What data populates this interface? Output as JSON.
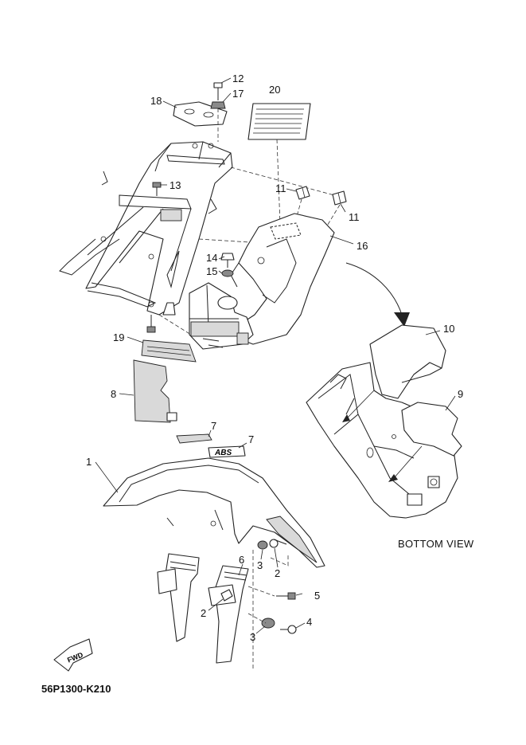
{
  "callouts": [
    {
      "id": "c12",
      "text": "12"
    },
    {
      "id": "c17",
      "text": "17"
    },
    {
      "id": "c18",
      "text": "18"
    },
    {
      "id": "c20",
      "text": "20"
    },
    {
      "id": "c13",
      "text": "13"
    },
    {
      "id": "c11a",
      "text": "11"
    },
    {
      "id": "c11b",
      "text": "11"
    },
    {
      "id": "c16",
      "text": "16"
    },
    {
      "id": "c14",
      "text": "14"
    },
    {
      "id": "c15",
      "text": "15"
    },
    {
      "id": "c19",
      "text": "19"
    },
    {
      "id": "c10",
      "text": "10"
    },
    {
      "id": "c8",
      "text": "8"
    },
    {
      "id": "c9",
      "text": "9"
    },
    {
      "id": "c7a",
      "text": "7"
    },
    {
      "id": "c7b",
      "text": "7"
    },
    {
      "id": "c1",
      "text": "1"
    },
    {
      "id": "c6",
      "text": "6"
    },
    {
      "id": "c3a",
      "text": "3"
    },
    {
      "id": "c2a",
      "text": "2"
    },
    {
      "id": "c5",
      "text": "5"
    },
    {
      "id": "c2b",
      "text": "2"
    },
    {
      "id": "c4",
      "text": "4"
    },
    {
      "id": "c3b",
      "text": "3"
    }
  ],
  "bottom_view_caption": "BOTTOM VIEW",
  "fwd_label": "FWD",
  "badge_text": "ABS",
  "diagram_code": "56P1300-K210",
  "colors": {
    "line": "#222222",
    "shade": "#d9d9d9",
    "dark": "#8a8a8a",
    "background": "#ffffff"
  }
}
